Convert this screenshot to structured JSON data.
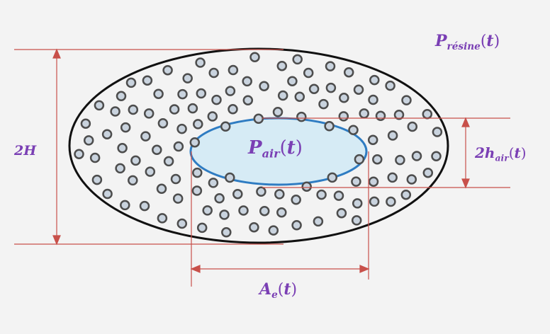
{
  "labels": {
    "p_resine": {
      "symbol": "P",
      "subscript": "résine",
      "arg": "t"
    },
    "p_air": {
      "symbol": "P",
      "subscript": "air",
      "arg": "t"
    },
    "two_h_air": {
      "prefix": "2",
      "symbol": "h",
      "subscript": "air",
      "arg": "t"
    },
    "two_H": {
      "text": "2H"
    },
    "a_e": {
      "symbol": "A",
      "subscript": "e",
      "arg": "t"
    }
  },
  "colors": {
    "background": "#f3f3f3",
    "resin_outline": "#111111",
    "fiber_outline": "#4d4d4d",
    "fiber_fill": "#c9d3de",
    "air_outline": "#2f7cc2",
    "air_fill": "#d6ebf5",
    "dimension_lines": "#c8504a",
    "label_text": "#7a3fb4"
  }
}
